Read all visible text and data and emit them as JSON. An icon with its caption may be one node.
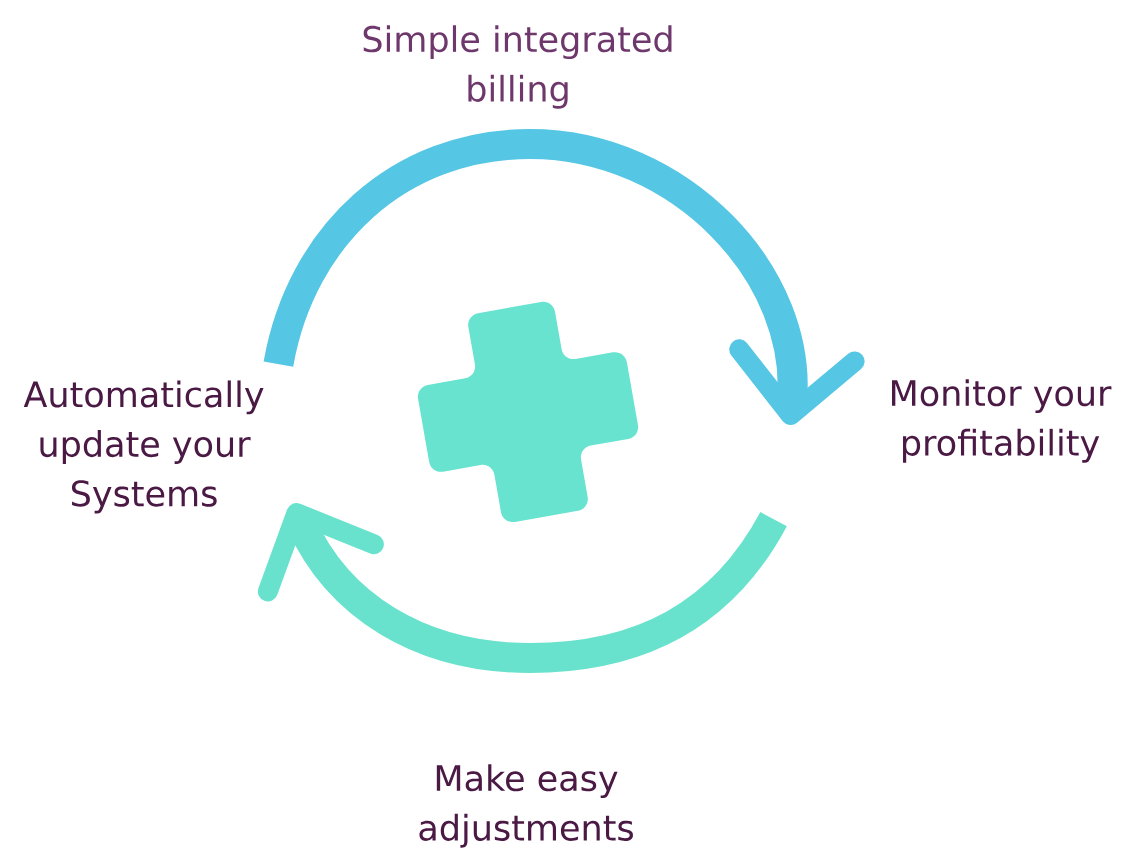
{
  "diagram": {
    "nodes": [
      {
        "text": [
          "Simple integrated billing"
        ]
      },
      {
        "text": [
          "Automatically update your Systems"
        ]
      },
      {
        "text": [],
        "shape": "cross"
      },
      {
        "text": [
          "Monitor your profitability"
        ]
      },
      {
        "text": [
          "Make easy adjustments"
        ]
      }
    ],
    "edges": [
      {
        "from": 1,
        "to": 3,
        "arrow": "to",
        "color": "#55c6e4"
      },
      {
        "from": 3,
        "to": 1,
        "arrow": "to"
      }
    ]
  }
}
